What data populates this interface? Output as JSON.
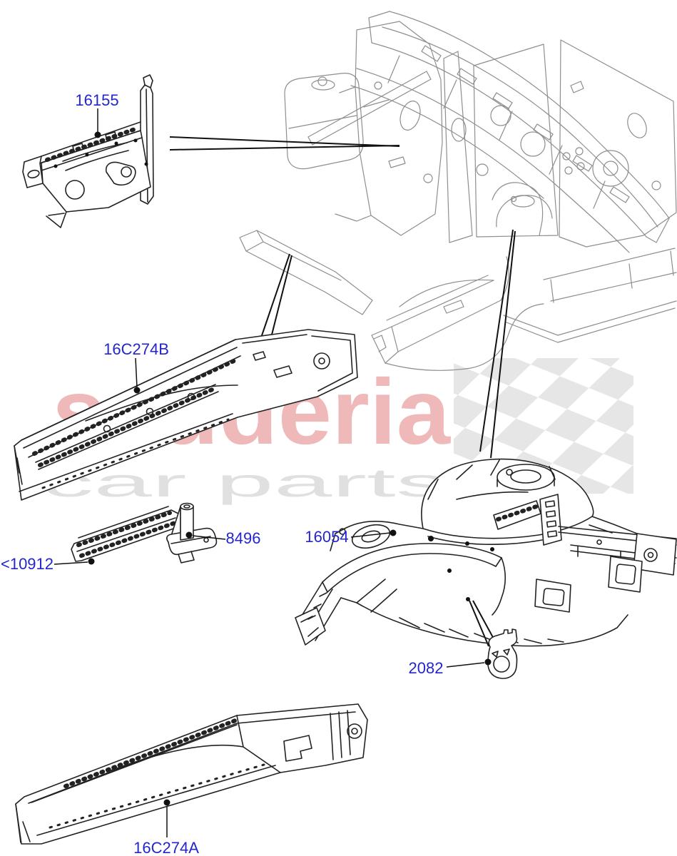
{
  "watermark": {
    "brand": "scuderia",
    "tagline": "car parts"
  },
  "labels": {
    "l16155": "16155",
    "l16c274b": "16C274B",
    "l10912": "<10912",
    "l8496": "8496",
    "l16054": "16054",
    "l2082": "2082",
    "l16c274a": "16C274A"
  },
  "colors": {
    "label_link_blue": "#2326cd",
    "watermark_pink": "#f0b9b9",
    "watermark_gray": "#e0e0e0",
    "flag_gray": "#e6e6e6",
    "assembly_line_gray": "#8e8e8e",
    "part_line_black": "#222222",
    "background": "#ffffff"
  }
}
